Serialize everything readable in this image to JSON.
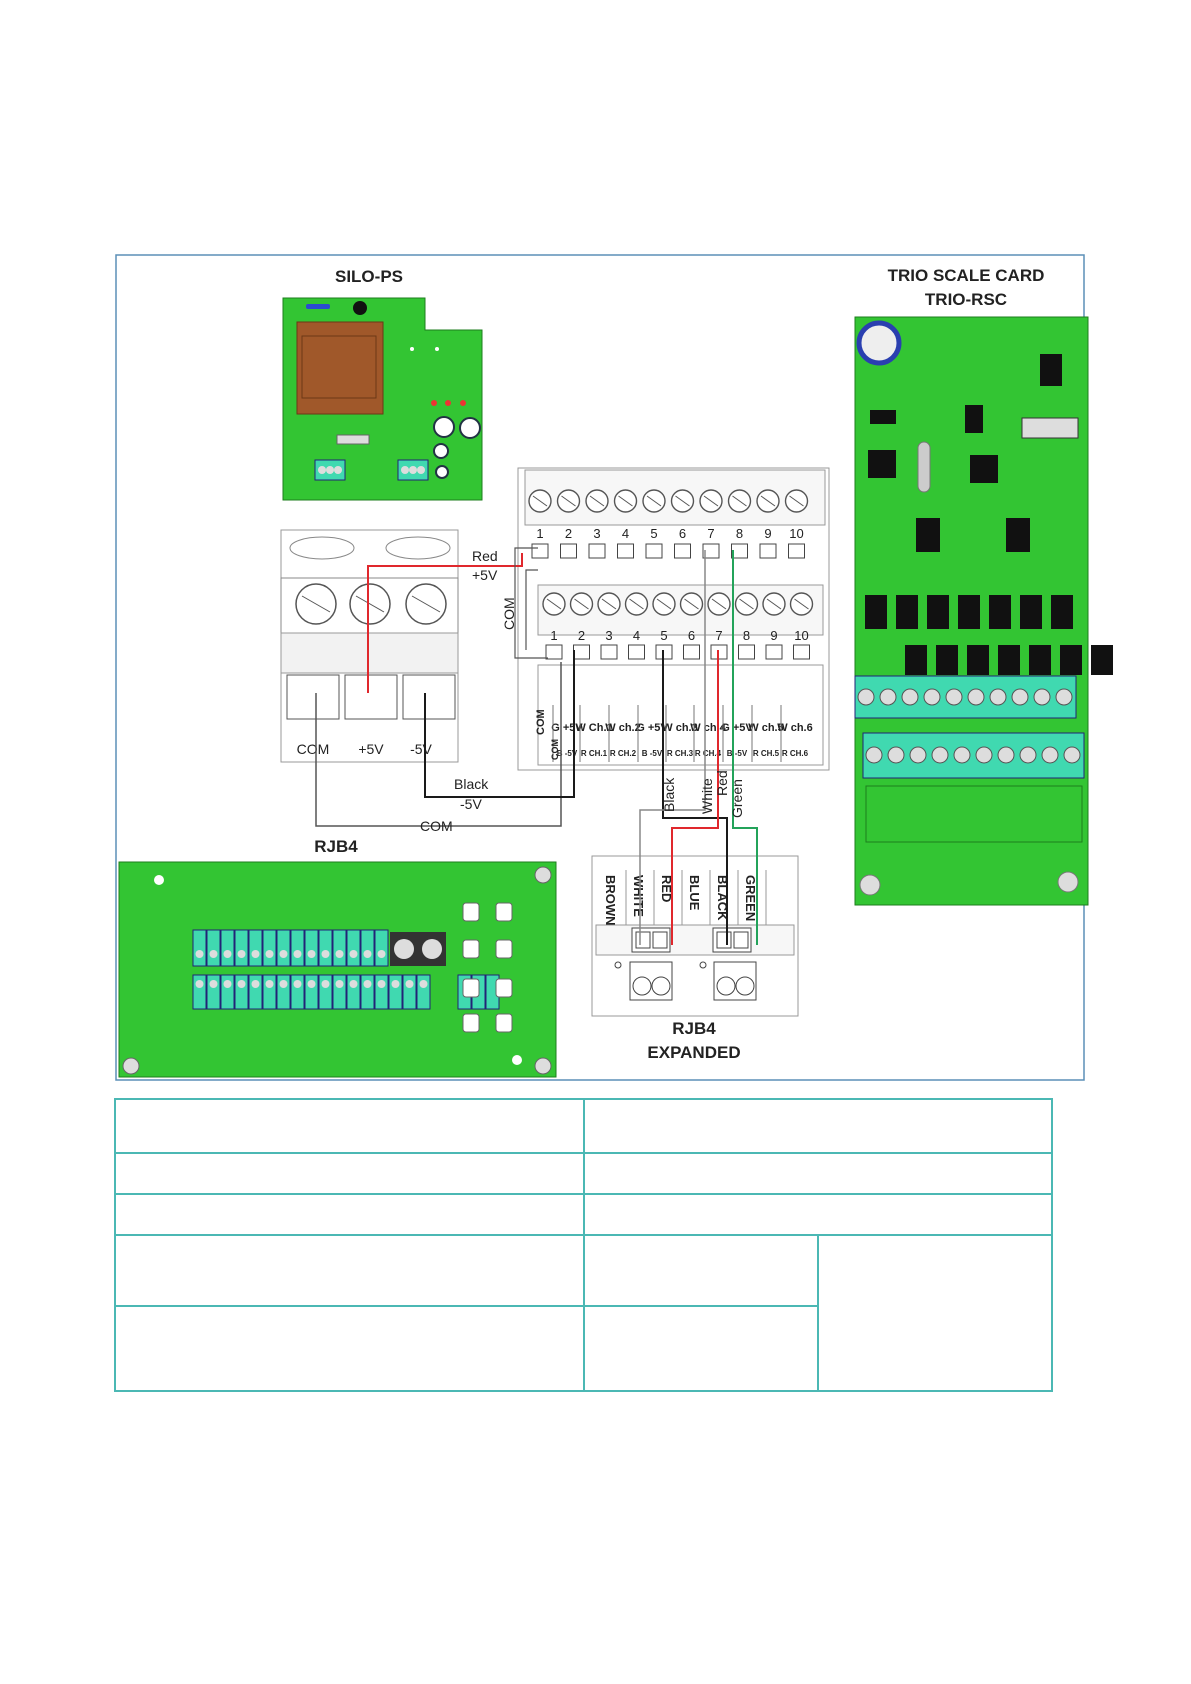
{
  "titles": {
    "silo_ps": "SILO-PS",
    "trio_scale_card": "TRIO SCALE CARD",
    "trio_rsc": "TRIO-RSC",
    "rjb4": "RJB4",
    "rjb4_expanded_1": "RJB4",
    "rjb4_expanded_2": "EXPANDED"
  },
  "psu_terminal_labels": {
    "com": "COM",
    "plus5v": "+5V",
    "minus5v": "-5V"
  },
  "wire_labels": {
    "red": "Red",
    "plus5v": "+5V",
    "black": "Black",
    "minus5v": "-5V",
    "com": "COM",
    "com_vertical": "COM",
    "black_v": "Black",
    "white_v": "White",
    "red_v": "Red",
    "green_v": "Green"
  },
  "terminal_numbers_top": [
    "1",
    "2",
    "3",
    "4",
    "5",
    "6",
    "7",
    "8",
    "9",
    "10"
  ],
  "terminal_numbers_bottom": [
    "1",
    "2",
    "3",
    "4",
    "5",
    "6",
    "7",
    "8",
    "9",
    "10"
  ],
  "terminal_labels_upper": [
    "G +5V",
    "W Ch.1",
    "W ch.2",
    "G +5V",
    "W ch.3",
    "W ch.4",
    "G +5V",
    "W ch.5",
    "W ch.6"
  ],
  "terminal_labels_lower": [
    "B -5V",
    "R CH.1",
    "R CH.2",
    "B -5V",
    "R CH.3",
    "R CH.4",
    "B -5V",
    "R CH.5",
    "R CH.6"
  ],
  "terminal_com_labels": [
    "COM",
    "COM"
  ],
  "rjb4_exp_columns": [
    "BROWN",
    "WHITE",
    "RED",
    "BLUE",
    "BLACK",
    "GREEN"
  ],
  "wire_colors": {
    "red": "#e0282d",
    "black": "#1a1a1a",
    "green": "#23a35a",
    "grey": "#888888"
  },
  "board_color": "#33c533",
  "spec_table": {
    "row1": [
      "",
      ""
    ],
    "row2": [
      "",
      ""
    ],
    "row3": [
      "",
      ""
    ],
    "row4": [
      "",
      "",
      ""
    ],
    "row5": [
      "",
      ""
    ]
  }
}
